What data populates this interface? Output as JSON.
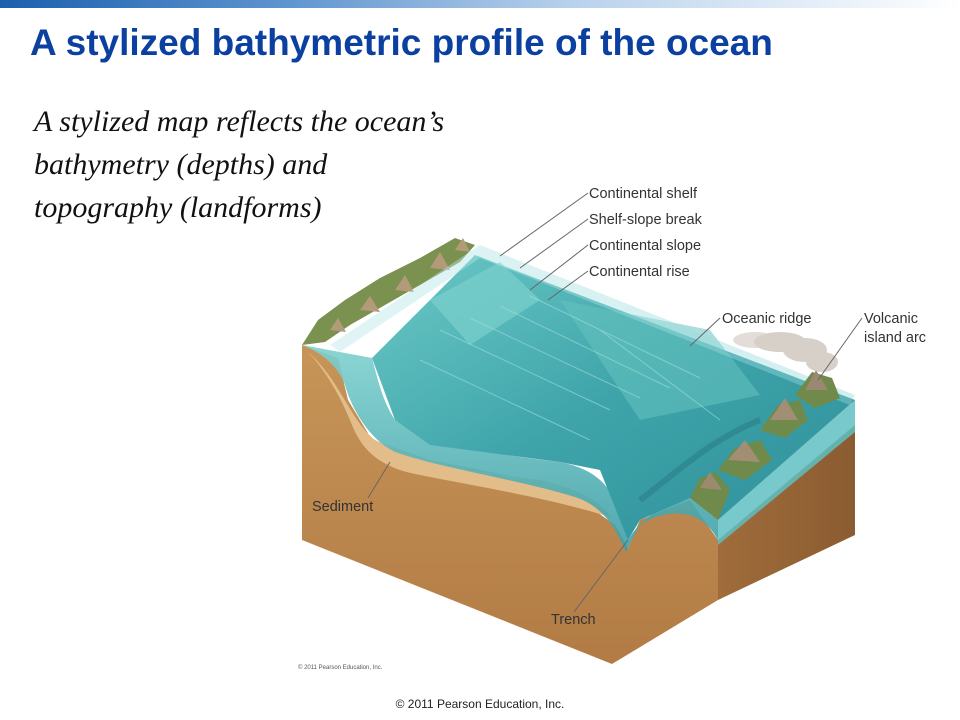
{
  "slide": {
    "title": "A stylized bathymetric profile of the ocean",
    "subtitle": "A stylized map reflects the ocean’s bathymetry (depths) and topography (landforms)",
    "credit": "© 2011 Pearson Education, Inc.",
    "inner_credit": "© 2011 Pearson Education, Inc."
  },
  "diagram": {
    "labels": {
      "continental_shelf": "Continental shelf",
      "shelf_slope_break": "Shelf-slope break",
      "continental_slope": "Continental slope",
      "continental_rise": "Continental rise",
      "oceanic_ridge": "Oceanic ridge",
      "volcanic_line1": "Volcanic",
      "volcanic_line2": "island arc",
      "sediment": "Sediment",
      "trench": "Trench"
    },
    "colors": {
      "title": "#0b3fa0",
      "water": "#4fb3b6",
      "crust": "#c08a52",
      "sediment": "#e4c08f",
      "land": "#6f8a4a"
    }
  }
}
